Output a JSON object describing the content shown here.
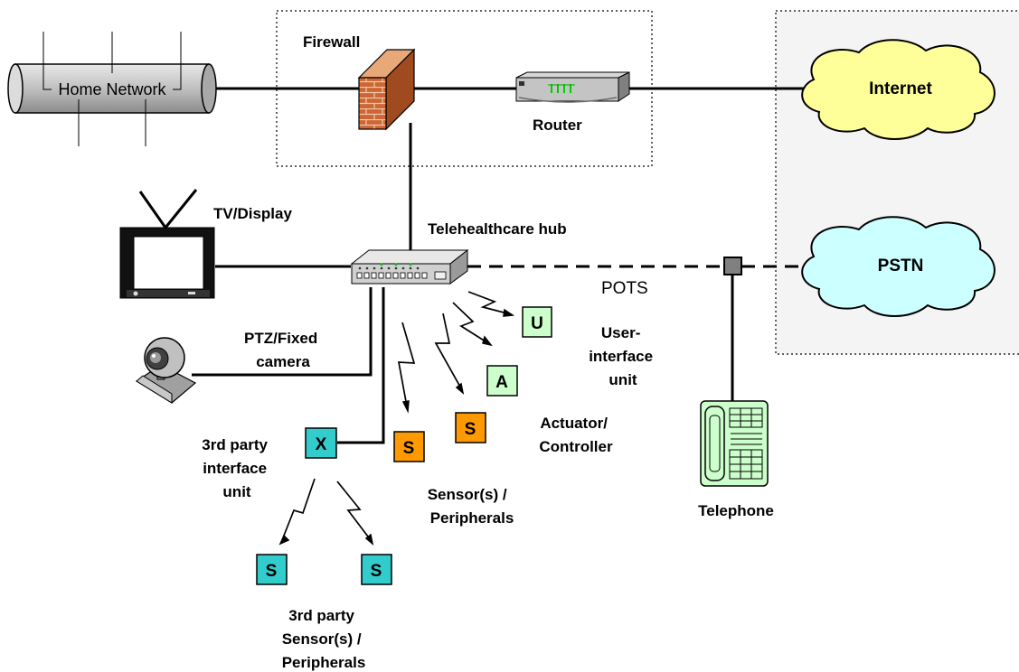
{
  "diagram": {
    "home_network": "Home Network",
    "firewall": "Firewall",
    "router": "Router",
    "internet": "Internet",
    "pstn": "PSTN",
    "tv": "TV/Display",
    "hub": "Telehealthcare hub",
    "pots": "POTS",
    "camera": [
      "PTZ/Fixed",
      "camera"
    ],
    "user_interface": [
      "User-",
      "interface",
      "unit"
    ],
    "actuator": [
      "Actuator/",
      "Controller"
    ],
    "third_party_interface": [
      "3rd party",
      "interface",
      "unit"
    ],
    "sensors": [
      "Sensor(s) /",
      "Peripherals"
    ],
    "third_party_sensors": [
      "3rd party",
      "Sensor(s) /",
      "Peripherals"
    ],
    "telephone": "Telephone",
    "box_letters": {
      "u": "U",
      "a": "A",
      "s": "S",
      "x": "X"
    }
  },
  "colors": {
    "cloud_internet": "#ffff99",
    "cloud_pstn": "#ccffff",
    "box_light_green": "#ccffcc",
    "box_orange": "#ff9900",
    "box_teal": "#33cccc",
    "brick": "#cc6633",
    "pipe": "#c0c0c0",
    "phone": "#ccffcc"
  }
}
